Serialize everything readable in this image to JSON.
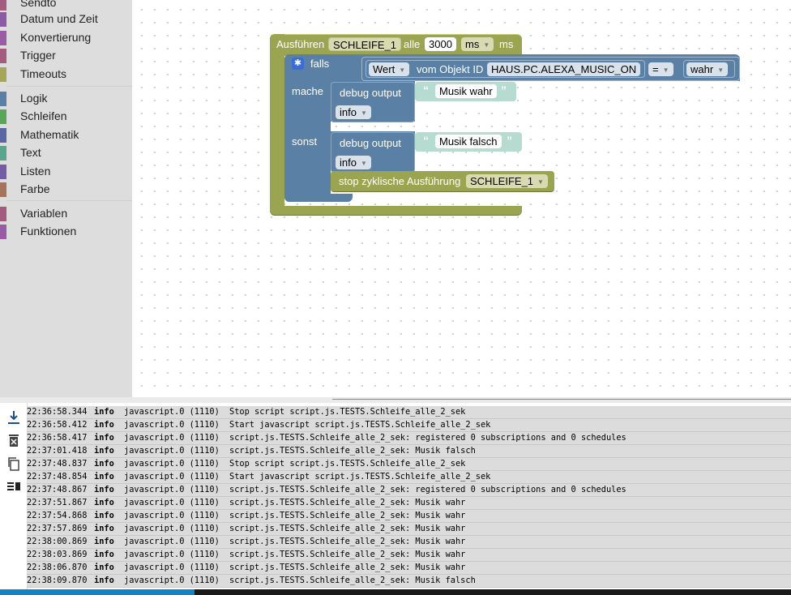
{
  "toolbox": {
    "group1": [
      {
        "label": "Sendto",
        "color": "#a55b80"
      },
      {
        "label": "Datum und Zeit",
        "color": "#8c5ba5"
      },
      {
        "label": "Konvertierung",
        "color": "#9b5ba5"
      },
      {
        "label": "Trigger",
        "color": "#a55b80"
      },
      {
        "label": "Timeouts",
        "color": "#a5a55b"
      }
    ],
    "group2": [
      {
        "label": "Logik",
        "color": "#5b80a5"
      },
      {
        "label": "Schleifen",
        "color": "#5ba55b"
      },
      {
        "label": "Mathematik",
        "color": "#5b67a5"
      },
      {
        "label": "Text",
        "color": "#5ba58c"
      },
      {
        "label": "Listen",
        "color": "#745ba5"
      },
      {
        "label": "Farbe",
        "color": "#a5745b"
      }
    ],
    "group3": [
      {
        "label": "Variablen",
        "color": "#a55b80"
      },
      {
        "label": "Funktionen",
        "color": "#995ba5"
      }
    ]
  },
  "blocks": {
    "schedule": {
      "label_run": "Ausführen",
      "name": "SCHLEIFE_1",
      "label_every": "alle",
      "interval": "3000",
      "unit": "ms",
      "label_ms": "ms",
      "color": "#9ba551"
    },
    "if_block": {
      "label_if": "falls",
      "label_do": "mache",
      "label_else": "sonst",
      "color": "#5b80a5"
    },
    "condition": {
      "value_type": "Wert",
      "label_object": "vom Objekt ID",
      "object_id": "HAUS.PC.ALEXA_MUSIC_ON",
      "operator": "=",
      "bool_value": "wahr"
    },
    "debug1": {
      "label": "debug output",
      "text": "Musik wahr",
      "level": "info"
    },
    "debug2": {
      "label": "debug output",
      "text": "Musik falsch",
      "level": "info"
    },
    "stop": {
      "label": "stop zyklische Ausführung",
      "name": "SCHLEIFE_1"
    }
  },
  "log": {
    "rows": [
      {
        "ts": "22:36:58.344",
        "level": "info",
        "source": "javascript.0 (1110)",
        "msg": "Stop script script.js.TESTS.Schleife_alle_2_sek"
      },
      {
        "ts": "22:36:58.412",
        "level": "info",
        "source": "javascript.0 (1110)",
        "msg": "Start javascript script.js.TESTS.Schleife_alle_2_sek"
      },
      {
        "ts": "22:36:58.417",
        "level": "info",
        "source": "javascript.0 (1110)",
        "msg": "script.js.TESTS.Schleife_alle_2_sek: registered 0 subscriptions and 0 schedules"
      },
      {
        "ts": "22:37:01.418",
        "level": "info",
        "source": "javascript.0 (1110)",
        "msg": "script.js.TESTS.Schleife_alle_2_sek: Musik falsch"
      },
      {
        "ts": "22:37:48.837",
        "level": "info",
        "source": "javascript.0 (1110)",
        "msg": "Stop script script.js.TESTS.Schleife_alle_2_sek"
      },
      {
        "ts": "22:37:48.854",
        "level": "info",
        "source": "javascript.0 (1110)",
        "msg": "Start javascript script.js.TESTS.Schleife_alle_2_sek"
      },
      {
        "ts": "22:37:48.867",
        "level": "info",
        "source": "javascript.0 (1110)",
        "msg": "script.js.TESTS.Schleife_alle_2_sek: registered 0 subscriptions and 0 schedules"
      },
      {
        "ts": "22:37:51.867",
        "level": "info",
        "source": "javascript.0 (1110)",
        "msg": "script.js.TESTS.Schleife_alle_2_sek: Musik wahr"
      },
      {
        "ts": "22:37:54.868",
        "level": "info",
        "source": "javascript.0 (1110)",
        "msg": "script.js.TESTS.Schleife_alle_2_sek: Musik wahr"
      },
      {
        "ts": "22:37:57.869",
        "level": "info",
        "source": "javascript.0 (1110)",
        "msg": "script.js.TESTS.Schleife_alle_2_sek: Musik wahr"
      },
      {
        "ts": "22:38:00.869",
        "level": "info",
        "source": "javascript.0 (1110)",
        "msg": "script.js.TESTS.Schleife_alle_2_sek: Musik wahr"
      },
      {
        "ts": "22:38:03.869",
        "level": "info",
        "source": "javascript.0 (1110)",
        "msg": "script.js.TESTS.Schleife_alle_2_sek: Musik wahr"
      },
      {
        "ts": "22:38:06.870",
        "level": "info",
        "source": "javascript.0 (1110)",
        "msg": "script.js.TESTS.Schleife_alle_2_sek: Musik wahr"
      },
      {
        "ts": "22:38:09.870",
        "level": "info",
        "source": "javascript.0 (1110)",
        "msg": "script.js.TESTS.Schleife_alle_2_sek: Musik falsch"
      }
    ],
    "icons": [
      "scroll-to-bottom-icon",
      "clear-log-icon",
      "copy-icon",
      "toggle-view-icon"
    ]
  }
}
